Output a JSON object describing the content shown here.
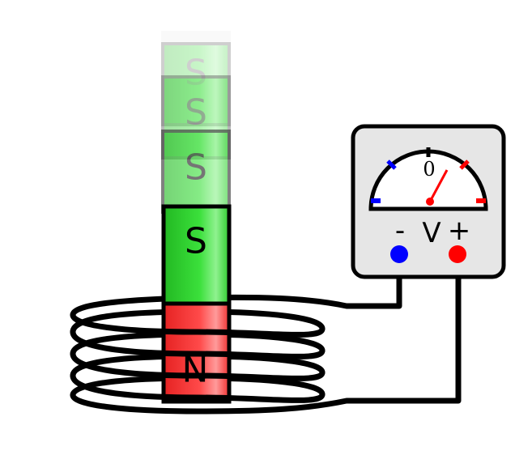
{
  "magnet": {
    "north_label": "N",
    "south_label": "S",
    "north_color": "#ff3b3b",
    "south_color": "#2ecc2e"
  },
  "meter": {
    "zero_label": "0",
    "unit_label": "V",
    "minus_label": "-",
    "plus_label": "+",
    "negative_color": "#0000ff",
    "positive_color": "#ff0000",
    "needle_color": "#ff0000",
    "case_color": "#e6e6e6"
  },
  "coil": {
    "turns": 5
  }
}
